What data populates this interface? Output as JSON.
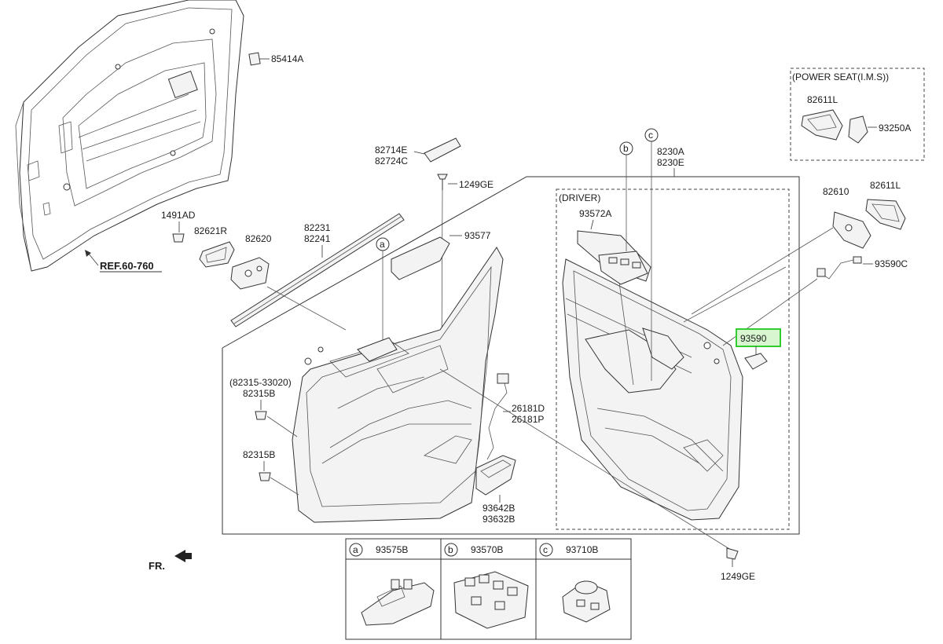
{
  "labels": {
    "p85414A": "85414A",
    "p82714E": "82714E",
    "p82724C": "82724C",
    "p1249GE_top": "1249GE",
    "p8230A": "8230A",
    "p8230E": "8230E",
    "p1491AD": "1491AD",
    "p82621R": "82621R",
    "p82620": "82620",
    "p82231": "82231",
    "p82241": "82241",
    "p93577": "93577",
    "p93572A": "93572A",
    "p82610": "82610",
    "p82611L_right": "82611L",
    "p93590C": "93590C",
    "p93590": "93590",
    "p82315_33020": "(82315-33020)",
    "p82315B_a": "82315B",
    "p82315B_b": "82315B",
    "p26181D": "26181D",
    "p26181P": "26181P",
    "p93642B": "93642B",
    "p93632B": "93632B",
    "p1249GE_bottom": "1249GE",
    "ref": "REF.60-760",
    "fr": "FR.",
    "driver": "(DRIVER)",
    "power_seat_title": "(POWER SEAT(I.M.S))",
    "p82611L_box": "82611L",
    "p93250A": "93250A"
  },
  "callouts": {
    "a": "a",
    "b": "b",
    "c": "c"
  },
  "legend_table": [
    {
      "letter": "a",
      "part": "93575B"
    },
    {
      "letter": "b",
      "part": "93570B"
    },
    {
      "letter": "c",
      "part": "93710B"
    }
  ],
  "highlight_color": "#33cc33"
}
